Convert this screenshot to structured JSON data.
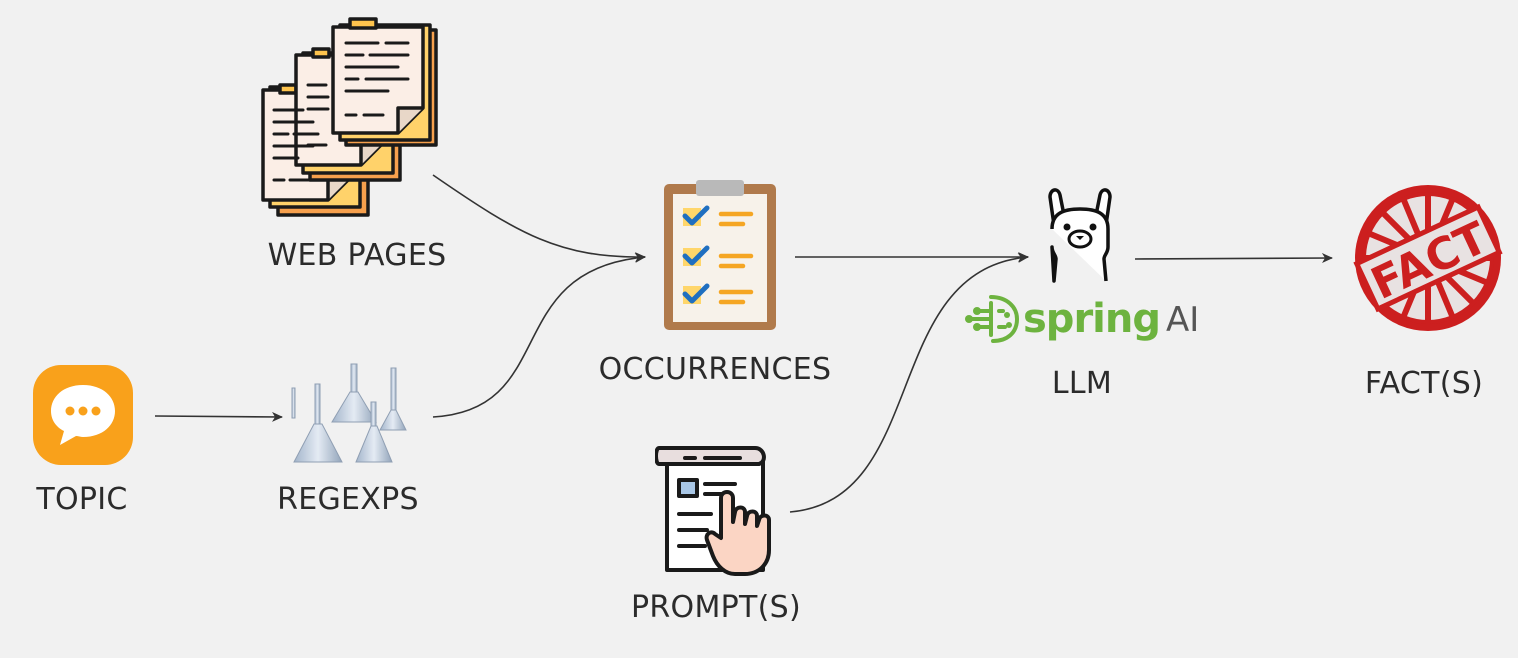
{
  "nodes": {
    "web_pages": {
      "label": "WEB PAGES",
      "icon": "documents-stack-icon"
    },
    "topic": {
      "label": "TOPIC",
      "icon": "chat-bubble-icon"
    },
    "regexps": {
      "label": "REGEXPS",
      "icon": "funnels-icon"
    },
    "occurrences": {
      "label": "OCCURRENCES",
      "icon": "clipboard-checklist-icon"
    },
    "prompts": {
      "label": "PROMPT(S)",
      "icon": "document-touch-icon"
    },
    "llm": {
      "label": "LLM",
      "icon": "llama-icon",
      "brand_text": "spring",
      "brand_suffix": "AI"
    },
    "facts": {
      "label": "FACT(S)",
      "icon": "fact-stamp-icon",
      "stamp_text": "FACT"
    }
  },
  "colors": {
    "background": "#f1f1f1",
    "arrow": "#333333",
    "spring_green": "#6db33f",
    "spring_ai_gray": "#555555",
    "topic_orange": "#f9a11b",
    "stamp_red": "#cc1f1f",
    "check_blue": "#1f6fc0",
    "line_orange": "#f5a623",
    "clipboard_brown": "#b07a4c"
  }
}
